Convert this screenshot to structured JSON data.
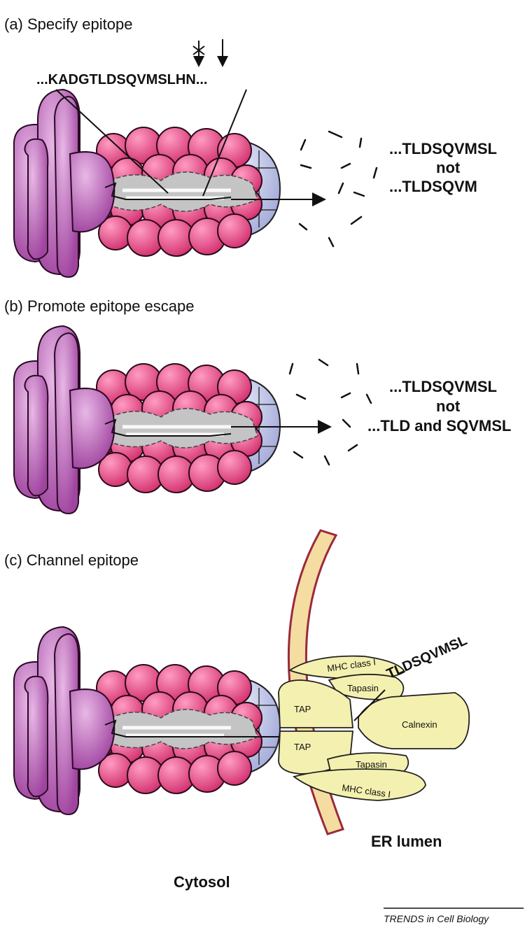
{
  "panels": {
    "a": {
      "title": "(a)  Specify epitope",
      "sequence": "...KADGTLDSQVMSLHN...",
      "result": [
        "...TLDSQVMSL",
        "not",
        "...TLDSQVM"
      ]
    },
    "b": {
      "title": "(b)  Promote epitope escape",
      "result": [
        "...TLDSQVMSL",
        "not",
        "...TLD and SQVMSL"
      ]
    },
    "c": {
      "title": "(c)  Channel epitope",
      "peptide": "TLDSQVMSL",
      "labels": {
        "mhc_top": "MHC class I",
        "tapasin_top": "Tapasin",
        "tap_top": "TAP",
        "tap_bottom": "TAP",
        "calnexin": "Calnexin",
        "tapasin_bottom": "Tapasin",
        "mhc_bottom": "MHC class I",
        "er_lumen": "ER lumen",
        "cytosol": "Cytosol"
      }
    }
  },
  "credit": "TRENDS in Cell Biology",
  "colors": {
    "cap": "#b55bb2",
    "cap_dark": "#8e3d8d",
    "alpha_ring": "#e24a86",
    "alpha_ring_dark": "#c12f6a",
    "beta_ring": "#b9bfe6",
    "channel": "#bdbdbd",
    "membrane_fill": "#f5dca0",
    "membrane_edge": "#9a2a3c",
    "complex_fill": "#f4f1b0"
  }
}
